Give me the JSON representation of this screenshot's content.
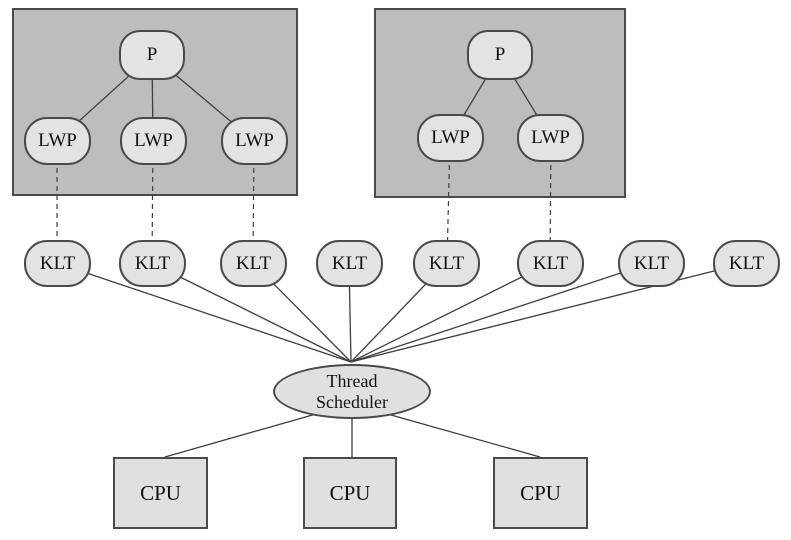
{
  "diagram": {
    "process_boxes": [
      {
        "process_label": "P",
        "lwp_labels": [
          "LWP",
          "LWP",
          "LWP"
        ]
      },
      {
        "process_label": "P",
        "lwp_labels": [
          "LWP",
          "LWP"
        ]
      }
    ],
    "kernel_threads": [
      "KLT",
      "KLT",
      "KLT",
      "KLT",
      "KLT",
      "KLT",
      "KLT",
      "KLT"
    ],
    "scheduler": {
      "line1": "Thread",
      "line2": "Scheduler"
    },
    "cpus": [
      "CPU",
      "CPU",
      "CPU"
    ],
    "colors": {
      "process_box_fill": "#bdbdbd",
      "node_fill": "#e3e3e3",
      "cpu_fill": "#e0e0e0",
      "border": "#4a4a4a",
      "background": "#ffffff"
    }
  }
}
